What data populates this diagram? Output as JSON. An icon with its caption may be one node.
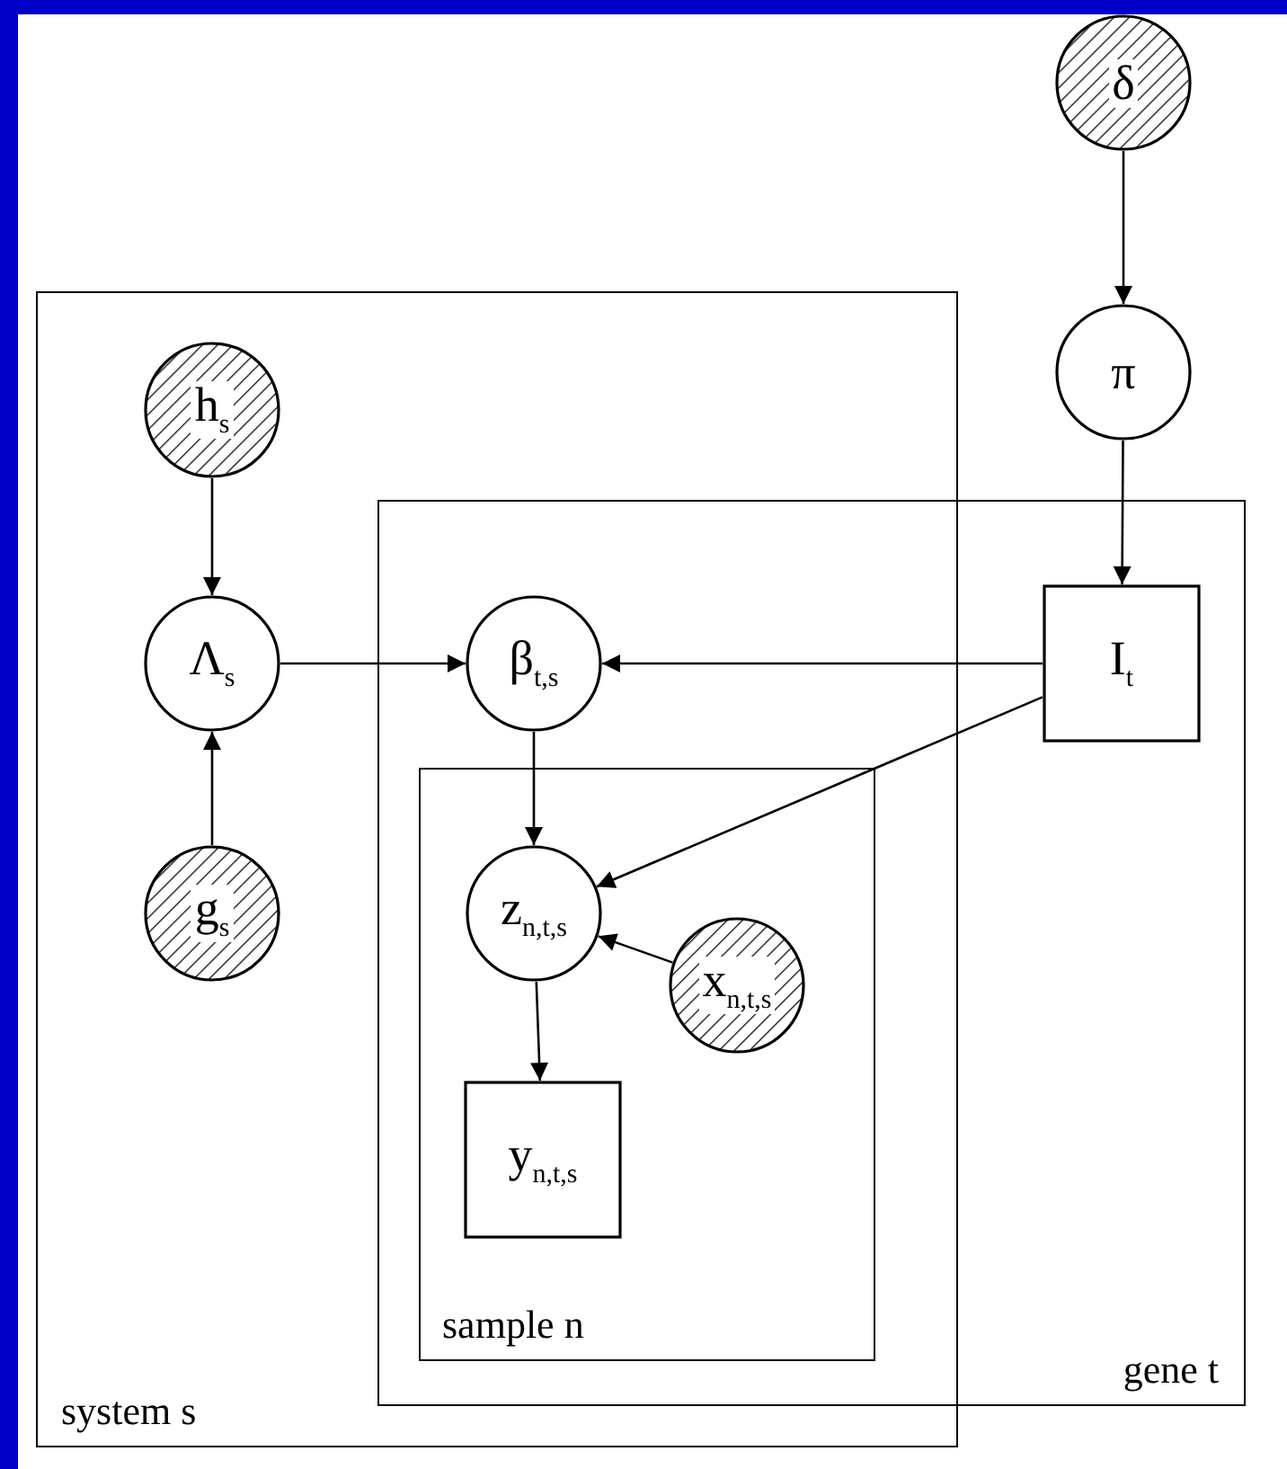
{
  "diagram": {
    "nodes": [
      {
        "text": [
          "system s"
        ]
      },
      {
        "text": [
          "gene t"
        ]
      },
      {
        "text": [
          "sample n"
        ]
      },
      {
        "text": [
          "δ"
        ]
      },
      {
        "text": [
          "h$_{s}$"
        ],
        "in": 0
      },
      {
        "text": [
          "π"
        ]
      },
      {
        "text": [
          "Λ$_{s}$"
        ],
        "in": 0
      },
      {
        "text": [
          "β$_{t,s}$"
        ]
      },
      {
        "text": [
          "I$_{t}$"
        ],
        "in": 1
      },
      {
        "text": [
          "g$_{s}$"
        ],
        "in": 0
      },
      {
        "text": [
          "z$_{n,t,s}$"
        ],
        "in": 2
      },
      {
        "text": [
          "x$_{n,t,s}$"
        ],
        "in": 2
      },
      {
        "text": [
          "y$_{n,t,s}$"
        ],
        "in": 2
      }
    ],
    "edges": [
      {
        "from": 3,
        "to": 5,
        "arrow": "to"
      },
      {
        "from": 5,
        "to": 8,
        "arrow": "to"
      },
      {
        "from": 4,
        "to": 6,
        "arrow": "to"
      },
      {
        "from": 9,
        "to": 6,
        "arrow": "to"
      },
      {
        "from": 6,
        "to": 7,
        "arrow": "to"
      },
      {
        "from": 8,
        "to": 7,
        "arrow": "to"
      },
      {
        "from": 7,
        "to": 10,
        "arrow": "to"
      },
      {
        "from": 8,
        "to": 10,
        "arrow": "to"
      },
      {
        "from": 11,
        "to": 10,
        "arrow": "to"
      },
      {
        "from": 10,
        "to": 12,
        "arrow": "to"
      }
    ]
  }
}
